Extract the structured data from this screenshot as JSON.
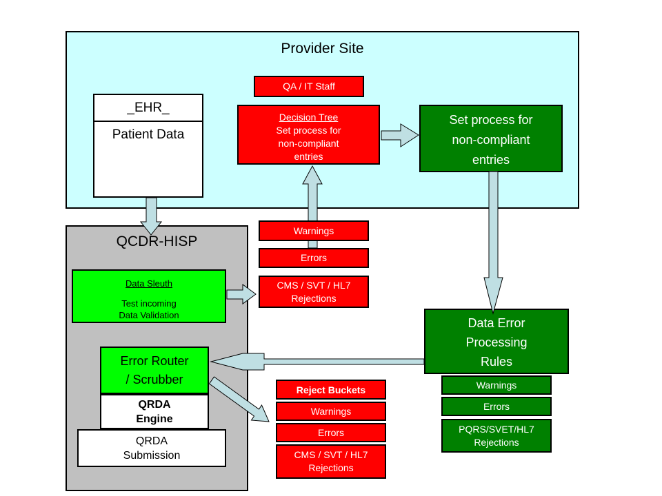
{
  "colors": {
    "provider_bg": "#CCFFFF",
    "qcdr_bg": "#C0C0C0",
    "red": "#FF0000",
    "bright_green": "#00FF00",
    "dark_green": "#008000",
    "arrow_fill": "#BFDFE3",
    "white_box": "#FFFFFF"
  },
  "provider_site": {
    "title": "Provider Site",
    "ehr_title": "_EHR_",
    "ehr_subtitle": "Patient Data",
    "qa_staff_label": "QA / IT Staff",
    "decision_tree_title": "Decision Tree",
    "decision_tree_line1": "Set process for",
    "decision_tree_line2": "non-compliant",
    "decision_tree_line3": "entries",
    "set_process_line1": "Set process for",
    "set_process_line2": "non-compliant",
    "set_process_line3": "entries"
  },
  "qcdr_hisp": {
    "title": "QCDR-HISP",
    "data_sleuth_title": "Data Sleuth",
    "data_sleuth_line1": "Test incoming",
    "data_sleuth_line2": "Data Validation",
    "error_router_line1": "Error Router",
    "error_router_line2": "/ Scrubber",
    "qrda_engine_line1": "QRDA",
    "qrda_engine_line2": "Engine",
    "qrda_submission_line1": "QRDA",
    "qrda_submission_line2": "Submission"
  },
  "mid_rejects": {
    "warnings": "Warnings",
    "errors": "Errors",
    "rejections_line1": "CMS / SVT / HL7",
    "rejections_line2": "Rejections"
  },
  "reject_buckets": {
    "title": "Reject Buckets",
    "warnings": "Warnings",
    "errors": "Errors",
    "rejections_line1": "CMS / SVT / HL7",
    "rejections_line2": "Rejections"
  },
  "data_error_rules": {
    "title_line1": "Data Error",
    "title_line2": "Processing",
    "title_line3": "Rules",
    "warnings": "Warnings",
    "errors": "Errors",
    "rejections_line1": "PQRS/SVET/HL7",
    "rejections_line2": "Rejections"
  }
}
